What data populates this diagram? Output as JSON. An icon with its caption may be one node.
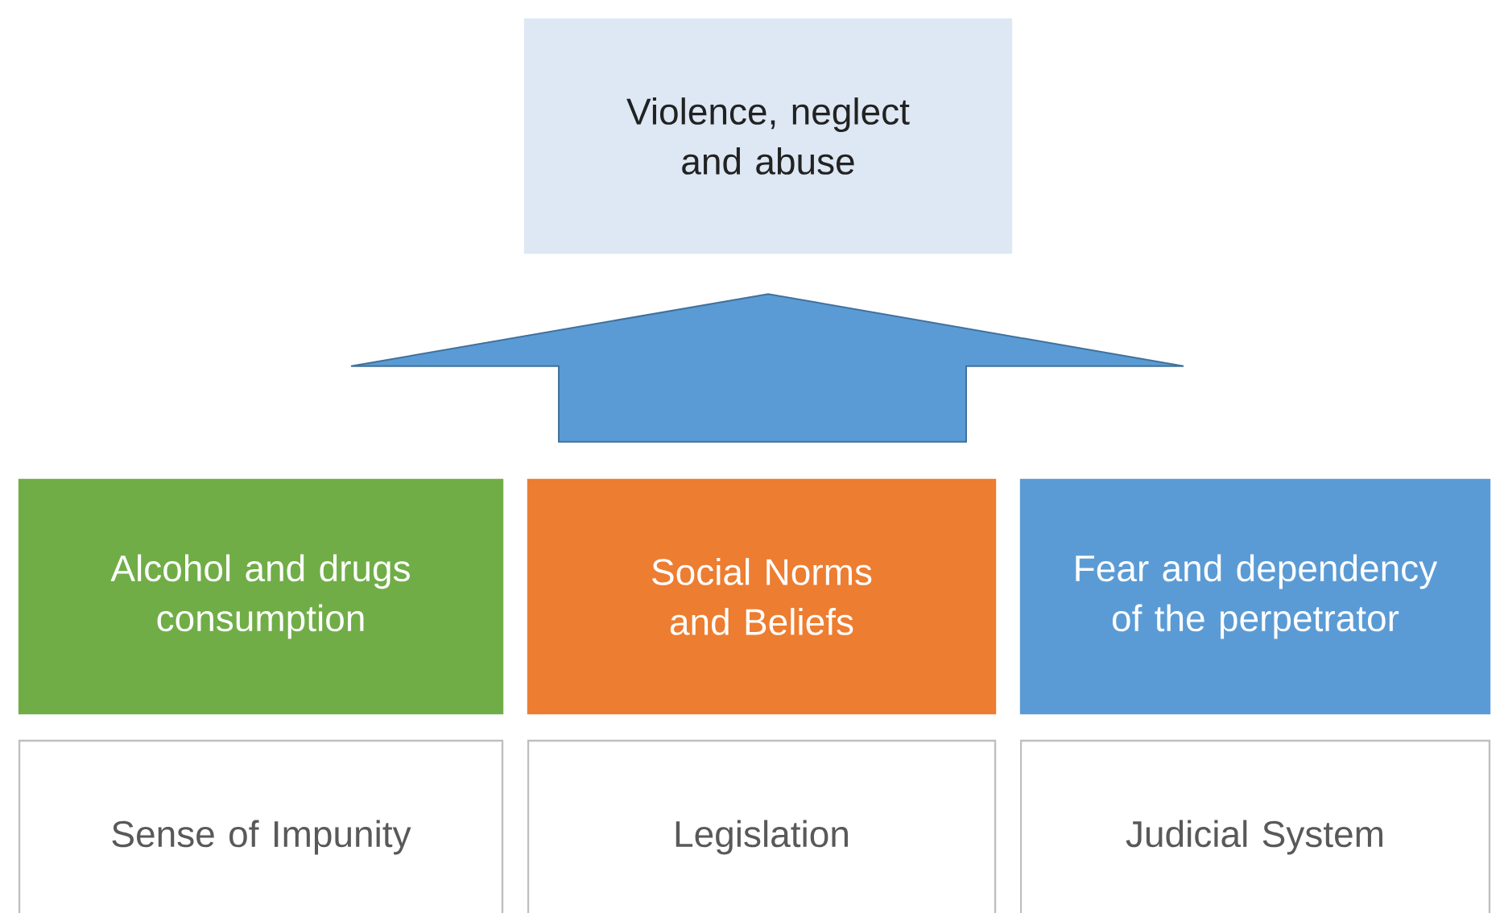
{
  "diagram": {
    "nodes": [
      {
        "text": [
          "Violence, neglect and abuse"
        ]
      },
      {
        "text": [
          "Alcohol and drugs consumption"
        ]
      },
      {
        "text": [
          "Social Norms and Beliefs"
        ]
      },
      {
        "text": [
          "Fear and dependency of the perpetrator"
        ]
      },
      {
        "text": [
          "Sense of Impunity"
        ]
      },
      {
        "text": [
          "Legislation"
        ]
      },
      {
        "text": [
          "Judicial System"
        ]
      }
    ],
    "edges": [
      {
        "from": 1,
        "to": 0,
        "arrow": "to"
      },
      {
        "from": 2,
        "to": 0,
        "arrow": "to"
      },
      {
        "from": 3,
        "to": 0,
        "arrow": "to"
      }
    ]
  }
}
